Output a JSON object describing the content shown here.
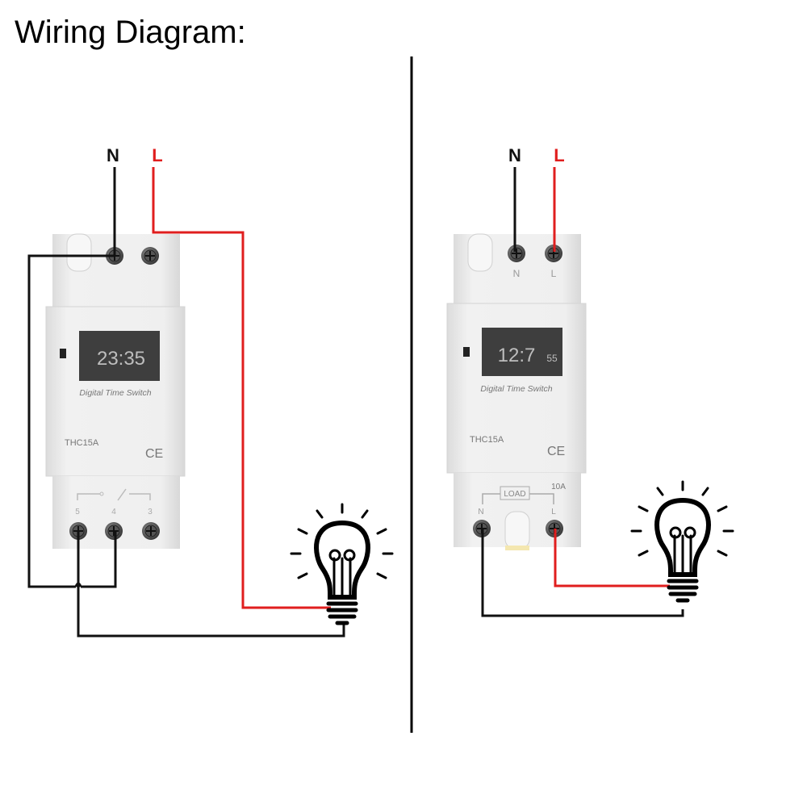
{
  "title": "Wiring Diagram:",
  "colors": {
    "live": "#e01e1e",
    "neutral": "#111111",
    "device_body": "#ececec",
    "lcd": "#3e3e3e"
  },
  "left": {
    "supply_n": "N",
    "supply_l": "L",
    "device": {
      "display": "23:35",
      "label": "Digital Time Switch",
      "model": "THC15A",
      "mark": "CE",
      "terminals": [
        "5",
        "4",
        "3"
      ]
    }
  },
  "right": {
    "supply_n": "N",
    "supply_l": "L",
    "device": {
      "top_n": "N",
      "top_l": "L",
      "display": "12:7",
      "display_small": "55",
      "label": "Digital Time Switch",
      "model": "THC15A",
      "mark": "CE",
      "load_label": "LOAD",
      "rating": "10A",
      "bottom_n": "N",
      "bottom_l": "L"
    }
  }
}
